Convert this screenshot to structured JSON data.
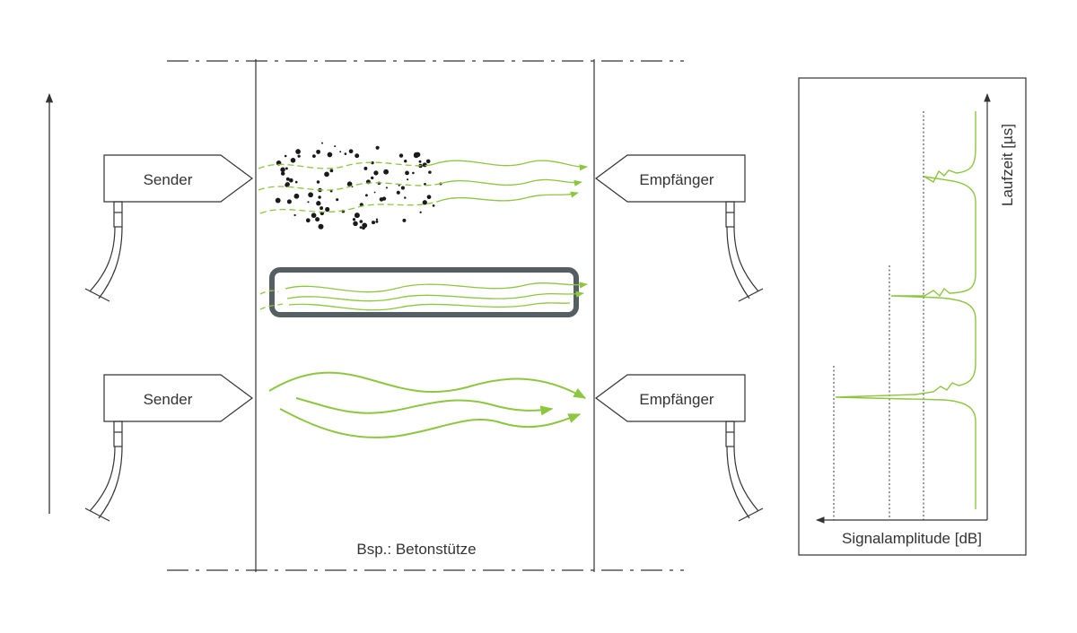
{
  "colors": {
    "line": "#333333",
    "accent": "#8dc63f",
    "slab": "#555f63",
    "background": "#ffffff"
  },
  "labels": {
    "sender_top": "Sender",
    "sender_bottom": "Sender",
    "receiver_top": "Empfänger",
    "receiver_bottom": "Empfänger",
    "column_caption": "Bsp.: Betonstütze",
    "time_axis": "Laufzeit [µs]",
    "amplitude_axis": "Signalamplitude [dB]"
  },
  "icons": {
    "probe": "transducer-cable-icon",
    "aggregate": "aggregate-particles-icon",
    "void": "void-inclusion-icon"
  }
}
